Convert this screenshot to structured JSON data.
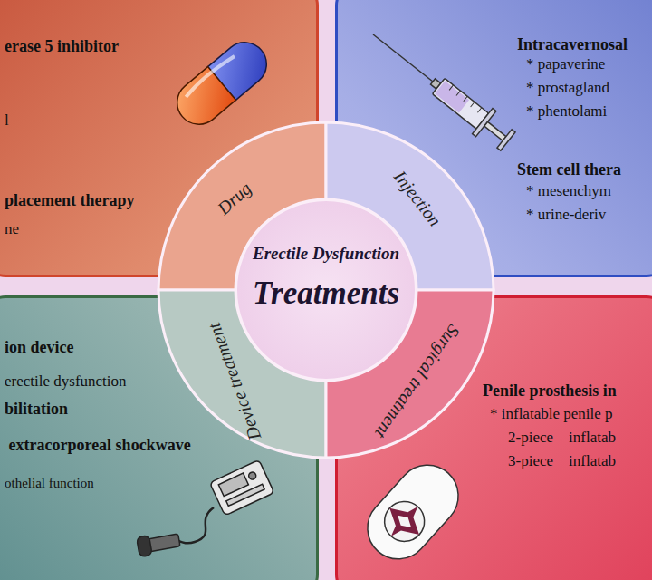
{
  "diagram": {
    "nodes": [
      {
        "text": [
          "erase 5 inhibitor",
          "l",
          "placement therapy",
          "ne"
        ]
      },
      {
        "text": [
          "Intracavernosal",
          "* papaverine",
          "* prostagland",
          "* phentolami",
          "Stem cell thera",
          "* mesenchym",
          "* urine-deriv"
        ]
      },
      {
        "text": [
          "ion device",
          "erectile dysfunction",
          "bilitation",
          " extracorporeal shockwave",
          "othelial function"
        ]
      },
      {
        "text": [
          "Penile prosthesis in",
          "* inflatable penile p",
          "2-piece    inflatab",
          "3-piece    inflatab"
        ]
      },
      {
        "text": [
          "Drug"
        ]
      },
      {
        "text": [
          "Injection"
        ]
      },
      {
        "text": [
          "Device treatment"
        ]
      },
      {
        "text": [
          "Surgical treatment"
        ]
      },
      {
        "text": [
          "Erectile Dysfunction",
          "Treatments"
        ]
      }
    ]
  }
}
